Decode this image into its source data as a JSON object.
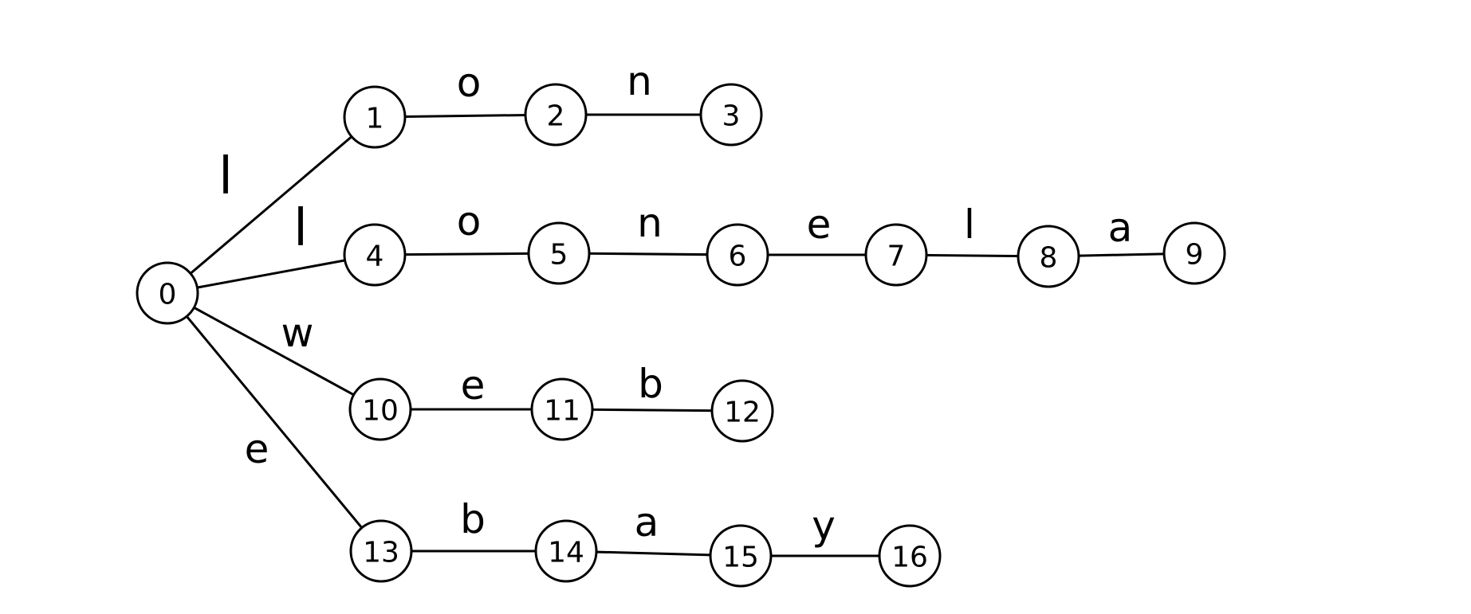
{
  "nodes": [
    {
      "id": "0",
      "label": "0"
    },
    {
      "id": "1",
      "label": "1"
    },
    {
      "id": "2",
      "label": "2"
    },
    {
      "id": "3",
      "label": "3"
    },
    {
      "id": "4",
      "label": "4"
    },
    {
      "id": "5",
      "label": "5"
    },
    {
      "id": "6",
      "label": "6"
    },
    {
      "id": "7",
      "label": "7"
    },
    {
      "id": "8",
      "label": "8"
    },
    {
      "id": "9",
      "label": "9"
    },
    {
      "id": "10",
      "label": "10"
    },
    {
      "id": "11",
      "label": "11"
    },
    {
      "id": "12",
      "label": "12"
    },
    {
      "id": "13",
      "label": "13"
    },
    {
      "id": "14",
      "label": "14"
    },
    {
      "id": "15",
      "label": "15"
    },
    {
      "id": "16",
      "label": "16"
    }
  ],
  "edges": [
    {
      "from": "0",
      "to": "1",
      "label": "l"
    },
    {
      "from": "1",
      "to": "2",
      "label": "o"
    },
    {
      "from": "2",
      "to": "3",
      "label": "n"
    },
    {
      "from": "0",
      "to": "4",
      "label": "l"
    },
    {
      "from": "4",
      "to": "5",
      "label": "o"
    },
    {
      "from": "5",
      "to": "6",
      "label": "n"
    },
    {
      "from": "6",
      "to": "7",
      "label": "e"
    },
    {
      "from": "7",
      "to": "8",
      "label": "l"
    },
    {
      "from": "8",
      "to": "9",
      "label": "a"
    },
    {
      "from": "0",
      "to": "10",
      "label": "w"
    },
    {
      "from": "10",
      "to": "11",
      "label": "e"
    },
    {
      "from": "11",
      "to": "12",
      "label": "b"
    },
    {
      "from": "0",
      "to": "13",
      "label": "e"
    },
    {
      "from": "13",
      "to": "14",
      "label": "b"
    },
    {
      "from": "14",
      "to": "15",
      "label": "a"
    },
    {
      "from": "15",
      "to": "16",
      "label": "y"
    }
  ]
}
